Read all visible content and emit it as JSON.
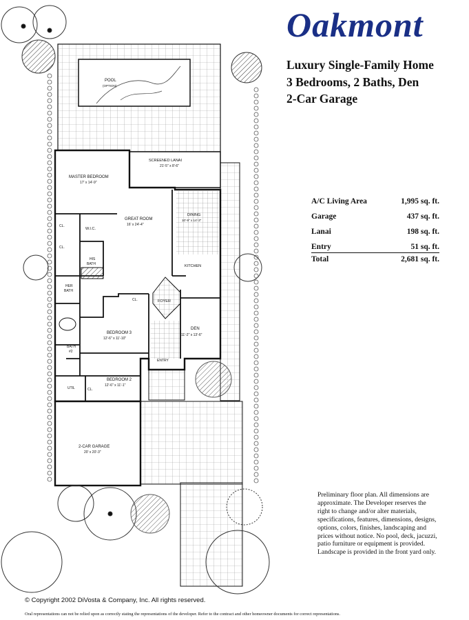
{
  "brand": {
    "name": "Oakmont"
  },
  "tagline": [
    "Luxury Single-Family Home",
    "3 Bedrooms, 2 Baths, Den",
    "2-Car Garage"
  ],
  "area_table": {
    "rows": [
      {
        "label": "A/C Living Area",
        "value": "1,995 sq. ft."
      },
      {
        "label": "Garage",
        "value": "437 sq. ft."
      },
      {
        "label": "Lanai",
        "value": "198 sq. ft."
      },
      {
        "label": "Entry",
        "value": "51 sq. ft."
      }
    ],
    "total": {
      "label": "Total",
      "value": "2,681 sq. ft."
    }
  },
  "note_lines": [
    "Preliminary floor plan. All dimensions are",
    "approximate. The Developer reserves the",
    "right to change and/or alter materials,",
    "specifications, features, dimensions, designs,",
    "options, colors, finishes, landscaping and",
    "prices without notice. No pool, deck, jacuzzi,",
    "patio furniture or equipment is provided.",
    "Landscape is provided in the front yard only."
  ],
  "copyright": "© Copyright 2002 DiVosta & Company, Inc. All rights reserved.",
  "disclaimer": "Oral representations can not be relied upon as correctly stating the representations of the developer. Refer to the contract and other homeowner documents for correct representations.",
  "plan": {
    "pool": {
      "name": "POOL",
      "note": "(OPTION)"
    },
    "rooms": {
      "screened_lanai": {
        "name": "SCREENED LANAI",
        "dims": "21'-5\" x 8'-6\""
      },
      "master_bedroom": {
        "name": "MASTER BEDROOM",
        "dims": "17' x 14'-9\""
      },
      "great_room": {
        "name": "GREAT ROOM",
        "dims": "16' x 24'-4\""
      },
      "dining": {
        "name": "DINING",
        "dims": "10'-9\" x 14'-3\""
      },
      "wic": {
        "name": "W.I.C."
      },
      "his_bath": {
        "name": "HIS",
        "name2": "BATH"
      },
      "her_bath": {
        "name": "HER",
        "name2": "BATH"
      },
      "kitchen": {
        "name": "KITCHEN"
      },
      "foyer": {
        "name": "FOYER"
      },
      "den": {
        "name": "DEN",
        "dims": "11'-2\" x 13'-6\""
      },
      "bedroom3": {
        "name": "BEDROOM 3",
        "dims": "12'-6\" x 11'-10\""
      },
      "bedroom2": {
        "name": "BEDROOM 2",
        "dims": "12'-6\" x 11'-1\""
      },
      "bath2": {
        "name": "BATH",
        "name2": "#2"
      },
      "util": {
        "name": "UTIL"
      },
      "entry": {
        "name": "ENTRY"
      },
      "garage": {
        "name": "2-CAR GARAGE",
        "dims": "20' x 20'-3\""
      },
      "closet": {
        "name": "CL."
      }
    }
  }
}
